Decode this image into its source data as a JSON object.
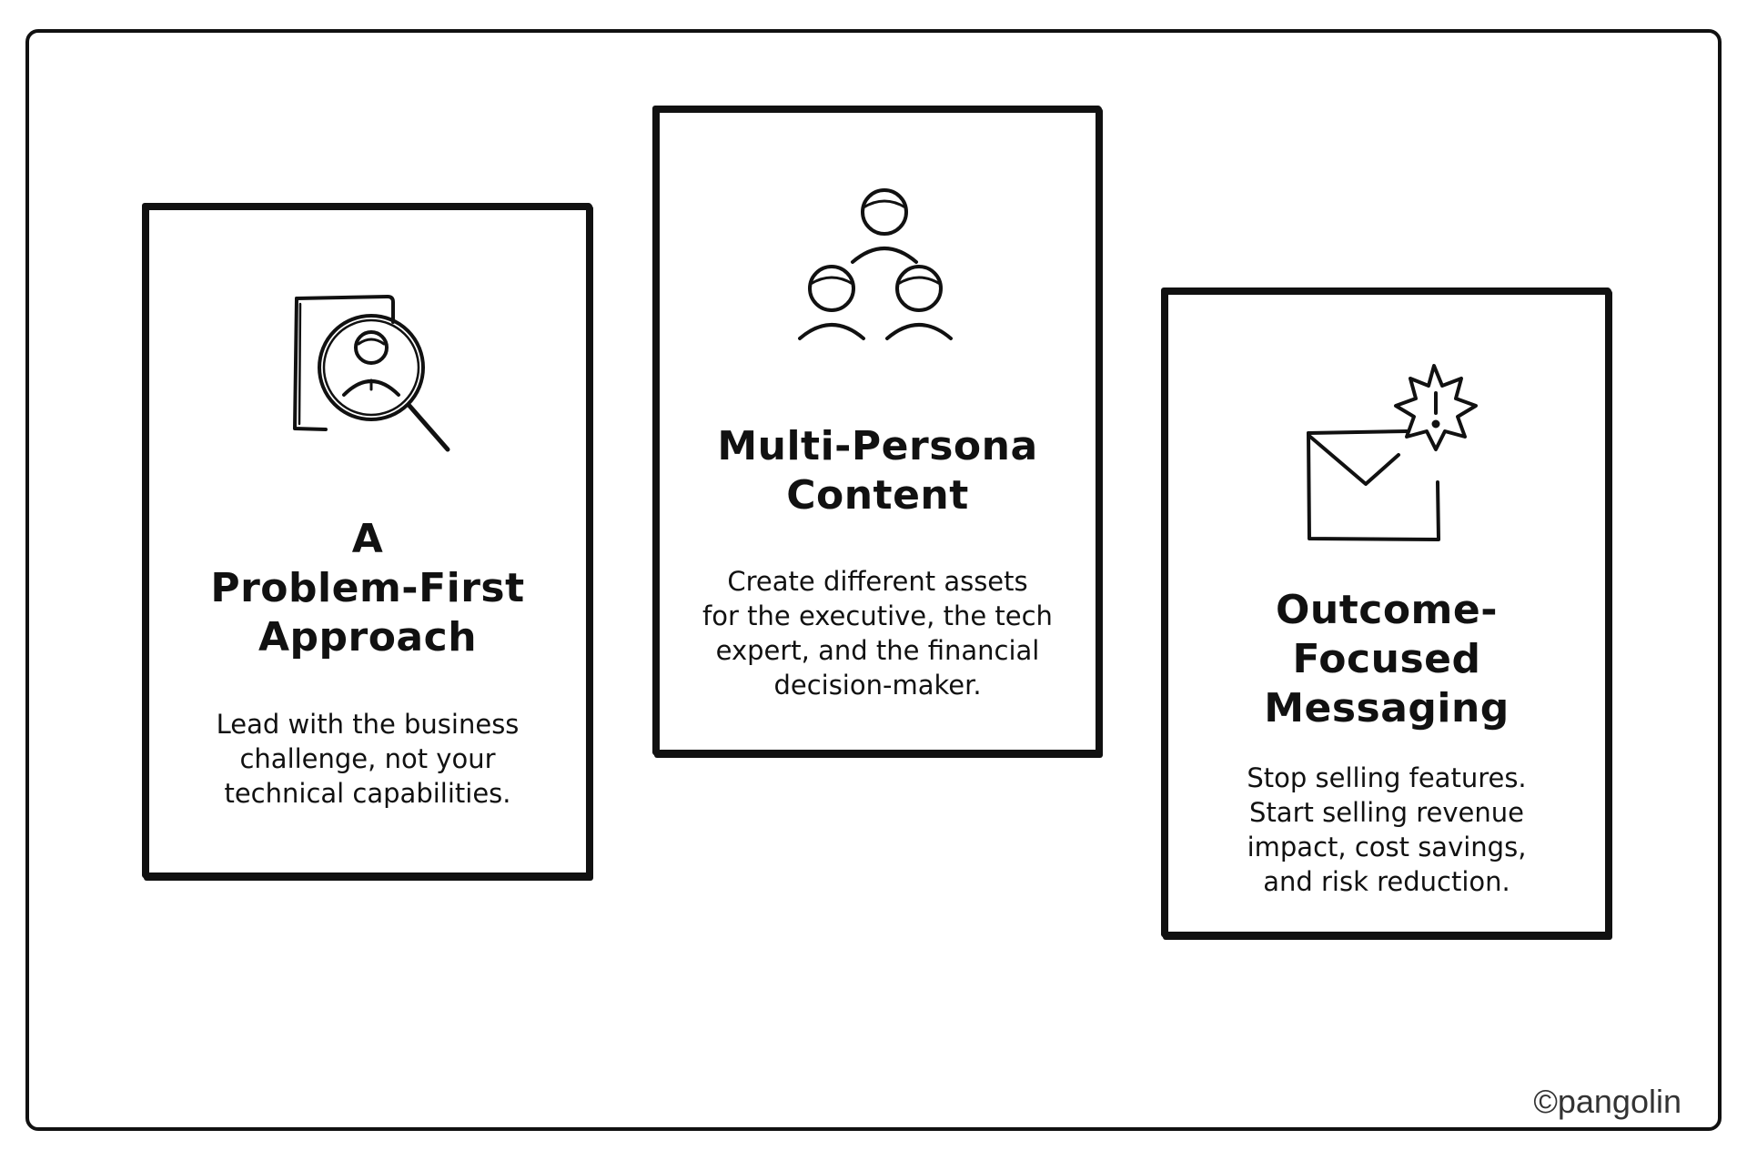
{
  "cards": [
    {
      "icon": "person-search-icon",
      "title": "A\nProblem-First\nApproach",
      "description": "Lead with the business\nchallenge, not your\ntechnical capabilities."
    },
    {
      "icon": "group-people-icon",
      "title": "Multi-Persona\nContent",
      "description": "Create different assets\nfor the executive, the tech\nexpert, and the financial\ndecision-maker."
    },
    {
      "icon": "mail-alert-icon",
      "title": "Outcome-\nFocused\nMessaging",
      "description": "Stop selling features.\nStart selling revenue\nimpact, cost savings,\nand risk reduction."
    }
  ],
  "footer": {
    "copyright": "©pangolin"
  },
  "colors": {
    "ink": "#111111",
    "background": "#ffffff"
  }
}
